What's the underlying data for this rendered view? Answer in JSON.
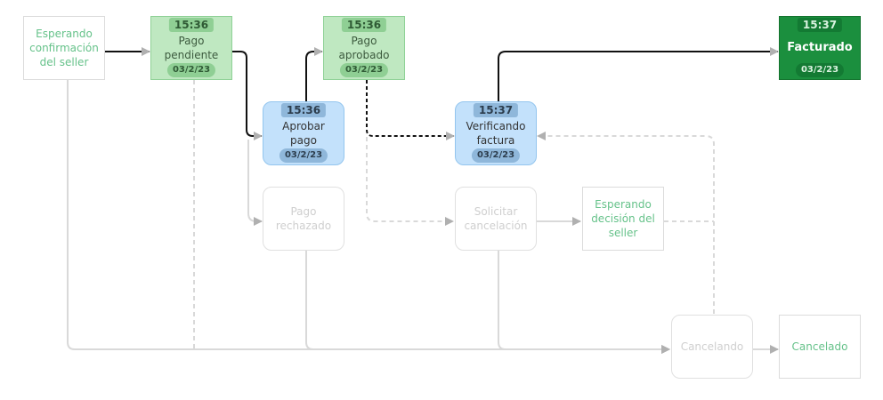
{
  "nodes": {
    "esperando_confirmacion": {
      "label": "Esperando\nconfirmación\ndel seller"
    },
    "pago_pendiente": {
      "label": "Pago\npendiente",
      "time": "15:36",
      "date": "03/2/23"
    },
    "aprobar_pago": {
      "label": "Aprobar\npago",
      "time": "15:36",
      "date": "03/2/23"
    },
    "pago_aprobado": {
      "label": "Pago\naprobado",
      "time": "15:36",
      "date": "03/2/23"
    },
    "pago_rechazado": {
      "label": "Pago\nrechazado"
    },
    "verificando_factura": {
      "label": "Verificando\nfactura",
      "time": "15:37",
      "date": "03/2/23"
    },
    "solicitar_cancelacion": {
      "label": "Solicitar\ncancelación"
    },
    "esperando_decision": {
      "label": "Esperando\ndecisión del\nseller"
    },
    "facturado": {
      "label": "Facturado",
      "time": "15:37",
      "date": "03/2/23"
    },
    "cancelando": {
      "label": "Cancelando"
    },
    "cancelado": {
      "label": "Cancelado"
    }
  },
  "colors": {
    "completed_path": "#111111",
    "inactive_path": "#d9d9d9",
    "arrow_head": "#aaaaaa"
  }
}
